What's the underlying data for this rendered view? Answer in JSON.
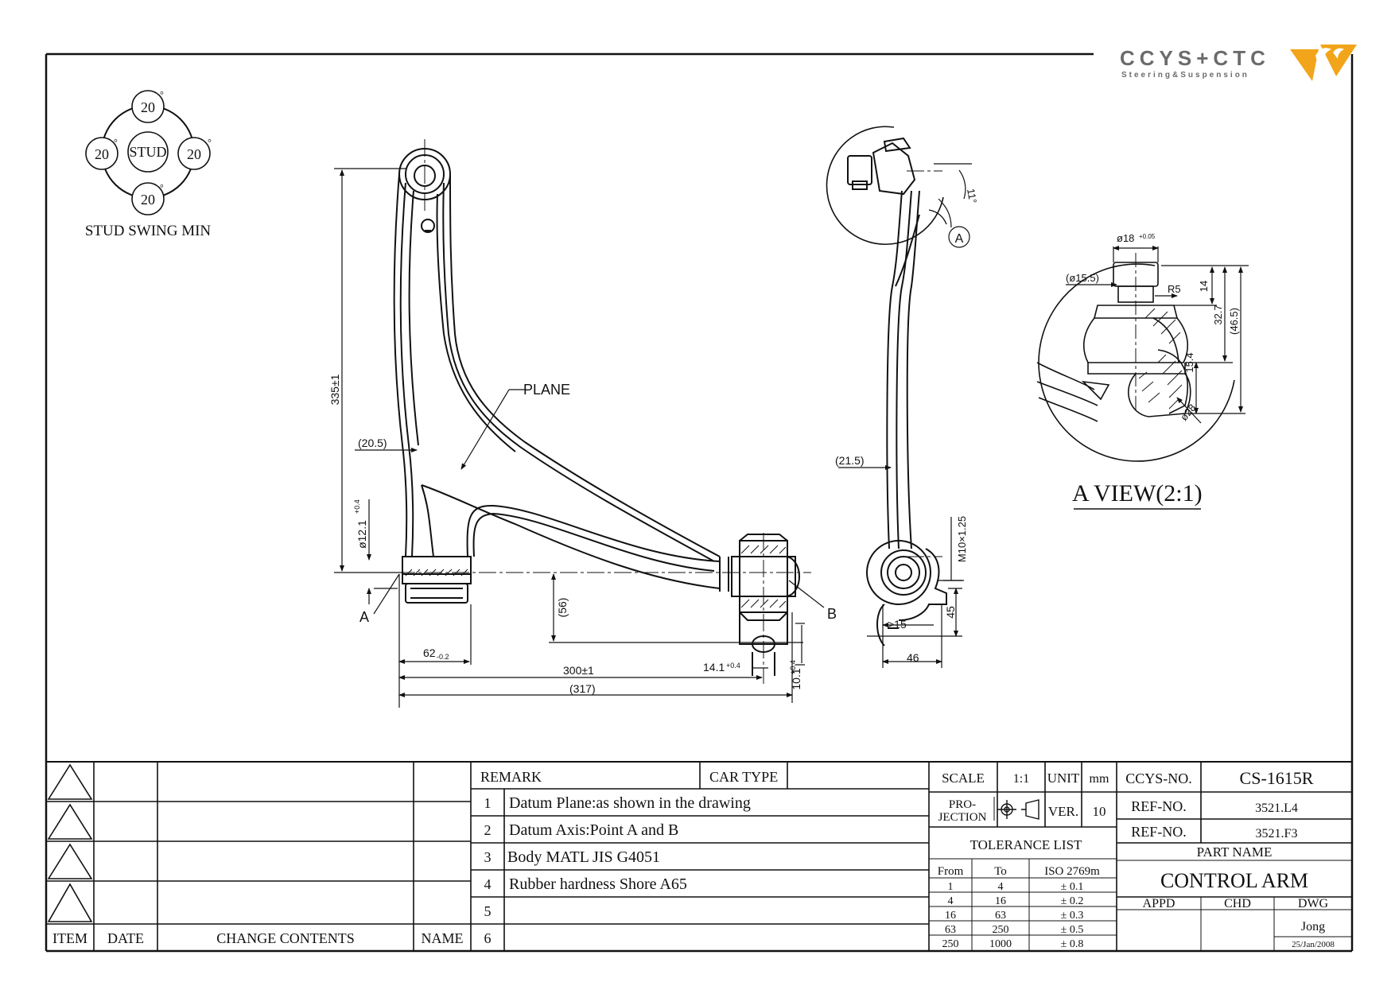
{
  "logo": {
    "brand": "CCYS+CTC",
    "tagline": "Steering&Suspension",
    "accent": "#f2a51a",
    "text_color": "#6b6b6b"
  },
  "stud_swing": {
    "center_label": "STUD",
    "angles": [
      "20",
      "20",
      "20",
      "20"
    ],
    "degree_mark": "°",
    "caption": "STUD SWING MIN"
  },
  "front_view": {
    "dim_height": "335±1",
    "dim_offset_top": "(20.5)",
    "dim_bore": "ø12.1",
    "dim_bore_tol": "+0.4",
    "plane_label": "PLANE",
    "point_a": "A",
    "point_b": "B",
    "dim_56": "(56)",
    "dim_62": "62",
    "dim_62_tol": "-0.2",
    "dim_300": "300±1",
    "dim_317": "(317)",
    "dim_14": "14.1",
    "dim_14_tol": "+0.4",
    "dim_10": "10.1",
    "dim_10_tol": "+0.4"
  },
  "side_view": {
    "dim_21": "(21.5)",
    "thread": "M10×1.25",
    "dim_15": ">15",
    "dim_45": "45",
    "dim_46": "46",
    "angle": "11°",
    "view_marker": "A"
  },
  "detail_view": {
    "title": "A VIEW(2:1)",
    "dim_d18": "ø18",
    "dim_d18_tol": "+0.05",
    "dim_d15": "(ø15.5)",
    "dim_r5": "R5",
    "dim_14": "14",
    "dim_32": "32.7",
    "dim_46": "(46.5)",
    "dim_15": "15.4",
    "dim_d28": "ø28"
  },
  "revision_table": {
    "headers": [
      "ITEM",
      "DATE",
      "CHANGE CONTENTS",
      "NAME"
    ]
  },
  "remarks": {
    "header": "REMARK",
    "car_type_label": "CAR TYPE",
    "items": [
      {
        "num": "1",
        "text": "Datum Plane:as shown in the drawing"
      },
      {
        "num": "2",
        "text": "Datum Axis:Point A and B"
      },
      {
        "num": "3",
        "text": "Body MATL JIS G4051"
      },
      {
        "num": "4",
        "text": "Rubber hardness Shore A65"
      },
      {
        "num": "5",
        "text": ""
      },
      {
        "num": "6",
        "text": ""
      }
    ]
  },
  "title_block": {
    "scale_label": "SCALE",
    "scale": "1:1",
    "unit_label": "UNIT",
    "unit": "mm",
    "projection_label_1": "PRO-",
    "projection_label_2": "JECTION",
    "ver_label": "VER.",
    "ver": "10",
    "tolerance_title": "TOLERANCE LIST",
    "tolerance_headers": [
      "From",
      "To",
      "ISO 2769m"
    ],
    "tolerance_rows": [
      [
        "1",
        "4",
        "± 0.1"
      ],
      [
        "4",
        "16",
        "± 0.2"
      ],
      [
        "16",
        "63",
        "± 0.3"
      ],
      [
        "63",
        "250",
        "± 0.5"
      ],
      [
        "250",
        "1000",
        "± 0.8"
      ]
    ],
    "ccys_label": "CCYS-NO.",
    "ccys_no": "CS-1615R",
    "ref_label": "REF-NO.",
    "ref_1": "3521.L4",
    "ref_2": "3521.F3",
    "part_name_label": "PART NAME",
    "part_name": "CONTROL ARM",
    "appd": "APPD",
    "chd": "CHD",
    "dwg": "DWG",
    "drawer": "Jong",
    "date": "25/Jan/2008"
  }
}
